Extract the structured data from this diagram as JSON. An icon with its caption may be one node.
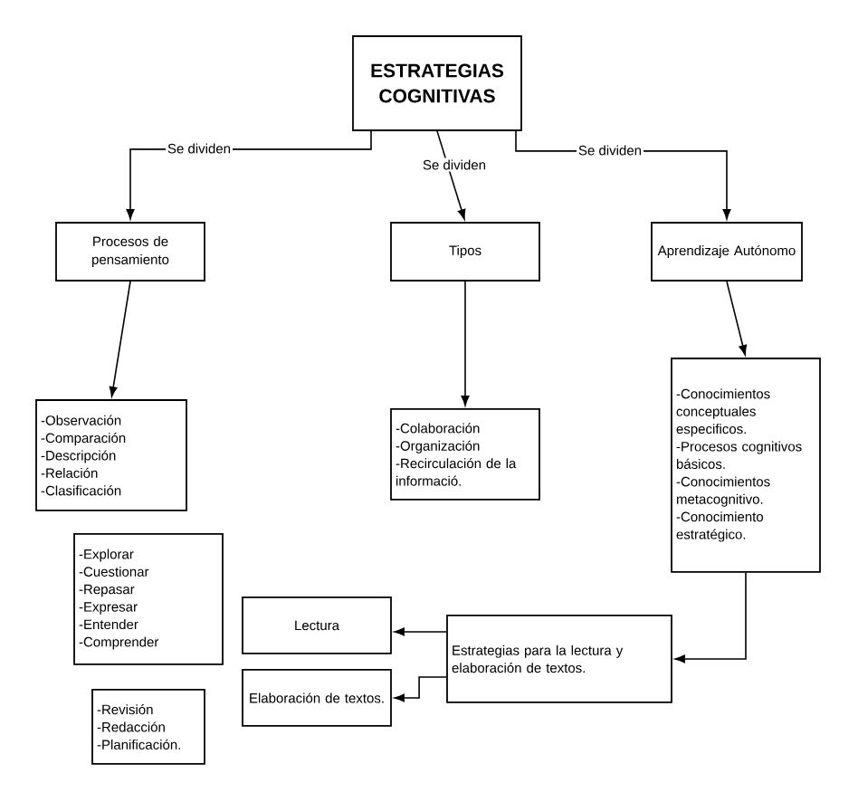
{
  "diagram": {
    "nodes": [
      {
        "text": [
          "ESTRATEGIAS COGNITIVAS"
        ]
      },
      {
        "text": [
          "Procesos de pensamiento"
        ]
      },
      {
        "text": [
          "Tipos"
        ]
      },
      {
        "text": [
          "Aprendizaje Autónomo"
        ]
      },
      {
        "text": [
          "-Observación",
          "-Comparación",
          "-Descripción",
          "-Relación",
          "-Clasificación"
        ]
      },
      {
        "text": [
          "-Colaboración",
          "-Organización",
          "-Recirculación de la informació."
        ]
      },
      {
        "text": [
          "-Conocimientos conceptuales especificos.",
          "-Procesos cognitivos básicos.",
          "-Conocimientos metacognitivo.",
          "-Conocimiento estratégico."
        ]
      },
      {
        "text": [
          "-Explorar",
          "-Cuestionar",
          "-Repasar",
          "-Expresar",
          "-Entender",
          "-Comprender"
        ]
      },
      {
        "text": [
          "-Revisión",
          "-Redacción",
          "-Planificación."
        ]
      },
      {
        "text": [
          "Lectura"
        ]
      },
      {
        "text": [
          "Elaboración de textos."
        ]
      },
      {
        "text": [
          "Estrategias para la lectura y elaboración de textos."
        ]
      }
    ],
    "edges": [
      {
        "from": 0,
        "to": 1,
        "arrow": "to",
        "label": "Se dividen"
      },
      {
        "from": 0,
        "to": 2,
        "arrow": "to",
        "label": "Se dividen"
      },
      {
        "from": 0,
        "to": 3,
        "arrow": "to",
        "label": "Se dividen"
      },
      {
        "from": 1,
        "to": 4,
        "arrow": "to"
      },
      {
        "from": 2,
        "to": 5,
        "arrow": "to"
      },
      {
        "from": 3,
        "to": 6,
        "arrow": "to"
      },
      {
        "from": 6,
        "to": 11,
        "arrow": "to"
      },
      {
        "from": 11,
        "to": 9,
        "arrow": "to"
      },
      {
        "from": 11,
        "to": 10,
        "arrow": "to"
      }
    ]
  }
}
